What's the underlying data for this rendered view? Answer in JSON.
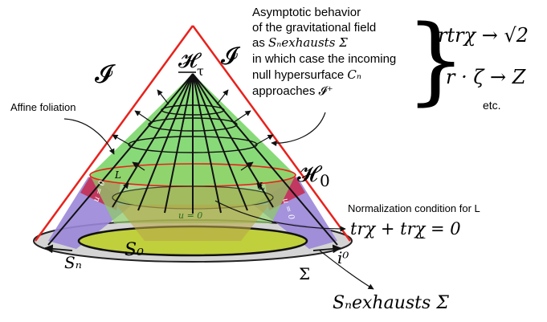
{
  "diagram": {
    "labels": {
      "scri_left": "𝓘",
      "scri_right": "𝓘",
      "h_tau": "𝓗",
      "h_tau_sub": "τ",
      "h_zero": "𝓗",
      "h_zero_sub": "0",
      "s_n": "Sₙ",
      "s_zero": "S₀",
      "i_zero": "i⁰",
      "sigma": "Σ",
      "u_zero_center": "u = 0",
      "u_zero_left": "u = 0",
      "u_zero_right": "u = 0",
      "l_left": "L",
      "l_right": "L"
    },
    "notes": {
      "asymptotic_line1": "Asymptotic behavior",
      "asymptotic_line2": "of the gravitational field",
      "asymptotic_line3_prefix": "as ",
      "asymptotic_line3_math": "Sₙexhausts Σ",
      "asymptotic_line4": "in which case the incoming",
      "asymptotic_line5_prefix": "null hypersurface ",
      "asymptotic_line5_math": "Cₙ",
      "asymptotic_line6_prefix": "approaches ",
      "asymptotic_line6_math": "𝓘⁺",
      "eq1": "rtrχ → √2",
      "eq2": "r · ζ → Z",
      "etc": "etc.",
      "affine": "Affine foliation",
      "normalization": "Normalization condition for L",
      "trace_eq": "trχ + trχ̲ = 0",
      "exhausts_bottom": "Sₙexhausts Σ"
    },
    "colors": {
      "scri_red": "#e8221c",
      "purple_region": "#9a86d8",
      "crimson_region": "#c8284a",
      "green_cone": "#7bd66a",
      "olive_base": "#b8c43a",
      "grey_disk": "#cfcfcf"
    }
  }
}
